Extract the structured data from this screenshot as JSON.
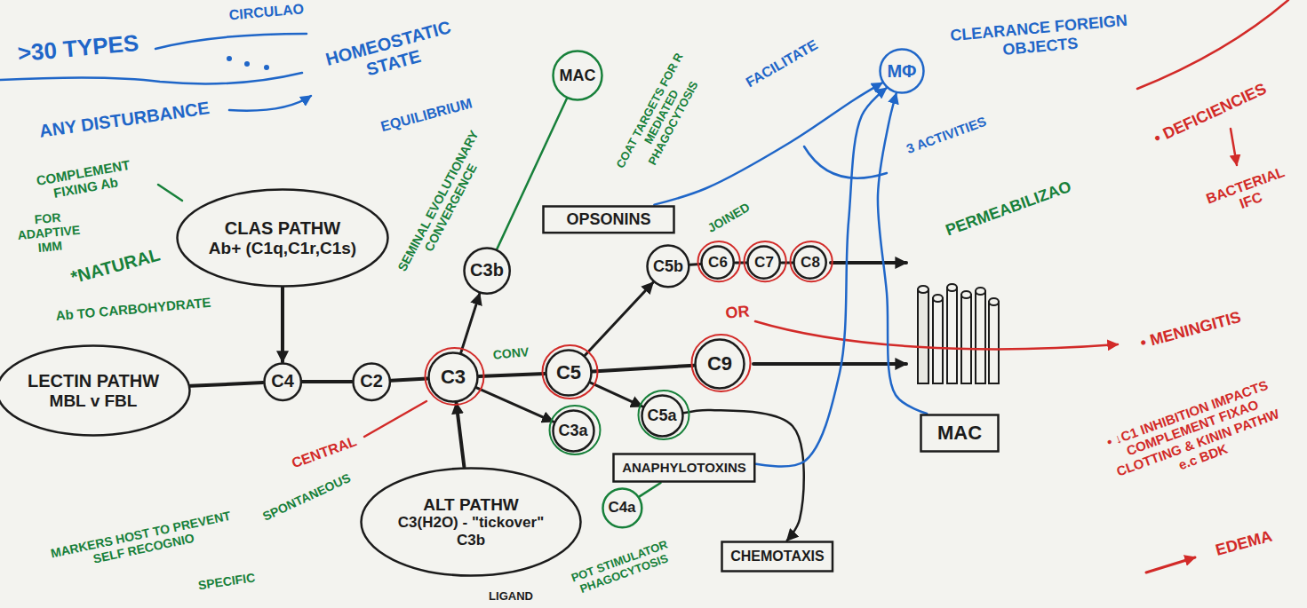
{
  "diagram": {
    "nodes": [
      {
        "text": [
          "CLAS PATHW",
          "Ab+ (C1q,C1r,C1s)"
        ]
      },
      {
        "text": [
          "LECTIN PATHW",
          "MBL v FBL"
        ]
      },
      {
        "text": [
          "C4"
        ]
      },
      {
        "text": [
          "C2"
        ]
      },
      {
        "text": [
          "C3"
        ]
      },
      {
        "text": [
          "C5"
        ]
      },
      {
        "text": [
          "C9"
        ]
      },
      {
        "text": [
          "MAC"
        ]
      },
      {
        "text": [
          "OPSONINS"
        ]
      },
      {
        "text": [
          "C3b"
        ]
      },
      {
        "text": [
          "C5b"
        ]
      },
      {
        "text": [
          "C6"
        ]
      },
      {
        "text": [
          "C7"
        ]
      },
      {
        "text": [
          "C8"
        ]
      },
      {
        "text": [
          "C3a"
        ]
      },
      {
        "text": [
          "C5a"
        ]
      },
      {
        "text": [
          "ANAPHYLOTOXINS"
        ]
      },
      {
        "text": [
          "ALT PATHW",
          "C3(H2O) - \"tickover\"",
          "C3b"
        ]
      },
      {
        "text": [
          "C4a"
        ]
      },
      {
        "text": [
          "CHEMOTAXIS"
        ]
      },
      {
        "text": [
          "MAC"
        ]
      },
      {
        "text": [
          "MΦ"
        ]
      }
    ],
    "edges": [
      {
        "from": 0,
        "to": 2,
        "arrow": "to"
      },
      {
        "from": 1,
        "to": 2,
        "arrow": "none"
      },
      {
        "from": 2,
        "to": 3,
        "arrow": "none"
      },
      {
        "from": 3,
        "to": 4,
        "arrow": "none"
      },
      {
        "from": 4,
        "to": 5,
        "arrow": "none"
      },
      {
        "from": 5,
        "to": 6,
        "arrow": "none"
      },
      {
        "from": 17,
        "to": 4,
        "arrow": "to"
      },
      {
        "from": 4,
        "to": 9,
        "arrow": "to"
      },
      {
        "from": 4,
        "to": 14,
        "arrow": "to"
      },
      {
        "from": 5,
        "to": 10,
        "arrow": "to"
      },
      {
        "from": 5,
        "to": 15,
        "arrow": "to"
      },
      {
        "from": 10,
        "to": 11,
        "arrow": "none"
      },
      {
        "from": 11,
        "to": 12,
        "arrow": "none"
      },
      {
        "from": 12,
        "to": 13,
        "arrow": "none"
      },
      {
        "from": 9,
        "to": 7,
        "arrow": "none"
      },
      {
        "from": 15,
        "to": 19,
        "arrow": "to"
      },
      {
        "from": 18,
        "to": 16,
        "arrow": "none"
      },
      {
        "from": 8,
        "to": 21,
        "arrow": "to"
      },
      {
        "from": 16,
        "to": 21,
        "arrow": "to"
      },
      {
        "from": 20,
        "to": 21,
        "arrow": "to"
      }
    ],
    "labels": [
      ">30 TYPES",
      "CIRCULAO",
      "HOMEOSTATIC STATE",
      "EQUILIBRIUM",
      "ANY DISTURBANCE",
      "COMPLEMENT FIXING Ab",
      "FOR ADAPTIVE IMM",
      "*NATURAL",
      "Ab TO CARBOHYDRATE",
      "SEMINAL EVOLUTIONARY CONVERGENCE",
      "COAT TARGETS FOR R MEDIATED PHAGOCYTOSIS",
      "CONV",
      "CENTRAL",
      "MARKERS HOST TO PREVENT SELF RECOGNIO",
      "SPONTANEOUS",
      "SPECIFIC",
      "LIGAND",
      "POT STIMULATOR PHAGOCYTOSIS",
      "JOINED",
      "OR",
      "PERMEABILIZAO",
      "3 ACTIVITIES",
      "FACILITATE",
      "CLEARANCE FOREIGN OBJECTS",
      "• DEFICIENCIES",
      "BACTERIAL IFC",
      "• MENINGITIS",
      "• ↓C1 INHIBITION IMPACTS COMPLEMENT FIXAO CLOTTING & KININ PATHW e.c BDK",
      "EDEMA"
    ]
  }
}
